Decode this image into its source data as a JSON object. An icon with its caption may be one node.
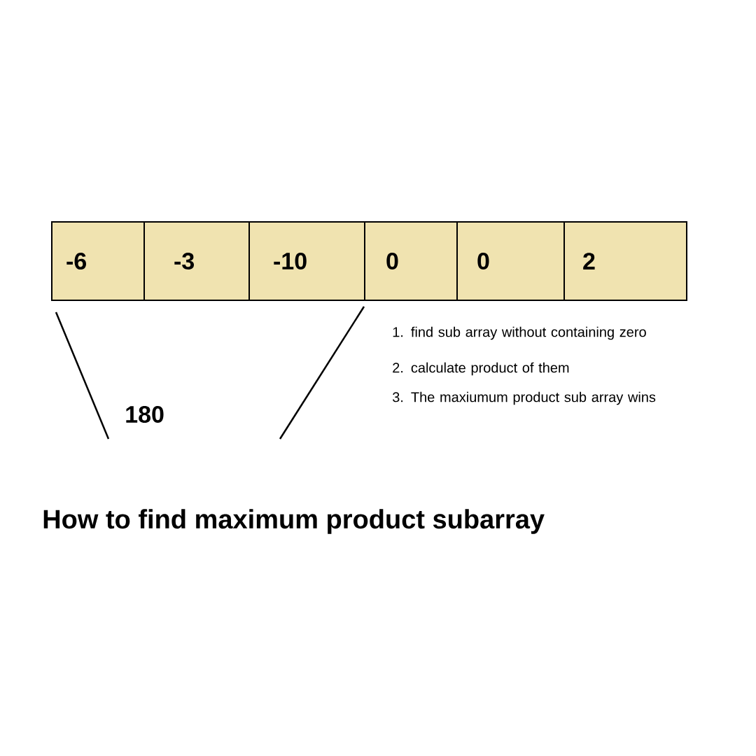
{
  "diagram": {
    "title": "How to find maximum product subarray",
    "nodes": [
      {
        "text": [
          "-6"
        ]
      },
      {
        "text": [
          "-3"
        ]
      },
      {
        "text": [
          "-10"
        ]
      },
      {
        "text": [
          "0"
        ]
      },
      {
        "text": [
          "0"
        ]
      },
      {
        "text": [
          "2"
        ]
      }
    ],
    "labels": [
      "180",
      "1. find sub array without containing zero",
      "2. calculate product of them",
      "3. The maxiumum product sub array wins"
    ]
  }
}
